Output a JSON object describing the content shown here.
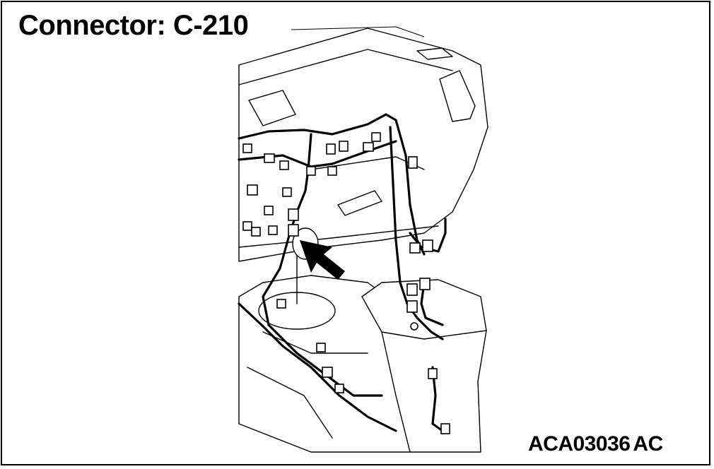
{
  "title": "Connector: C-210",
  "figure_id": "ACA03036",
  "figure_suffix": "AC",
  "colors": {
    "ink": "#000000",
    "paper": "#ffffff"
  },
  "icons": {
    "pointer": "arrow-icon"
  }
}
